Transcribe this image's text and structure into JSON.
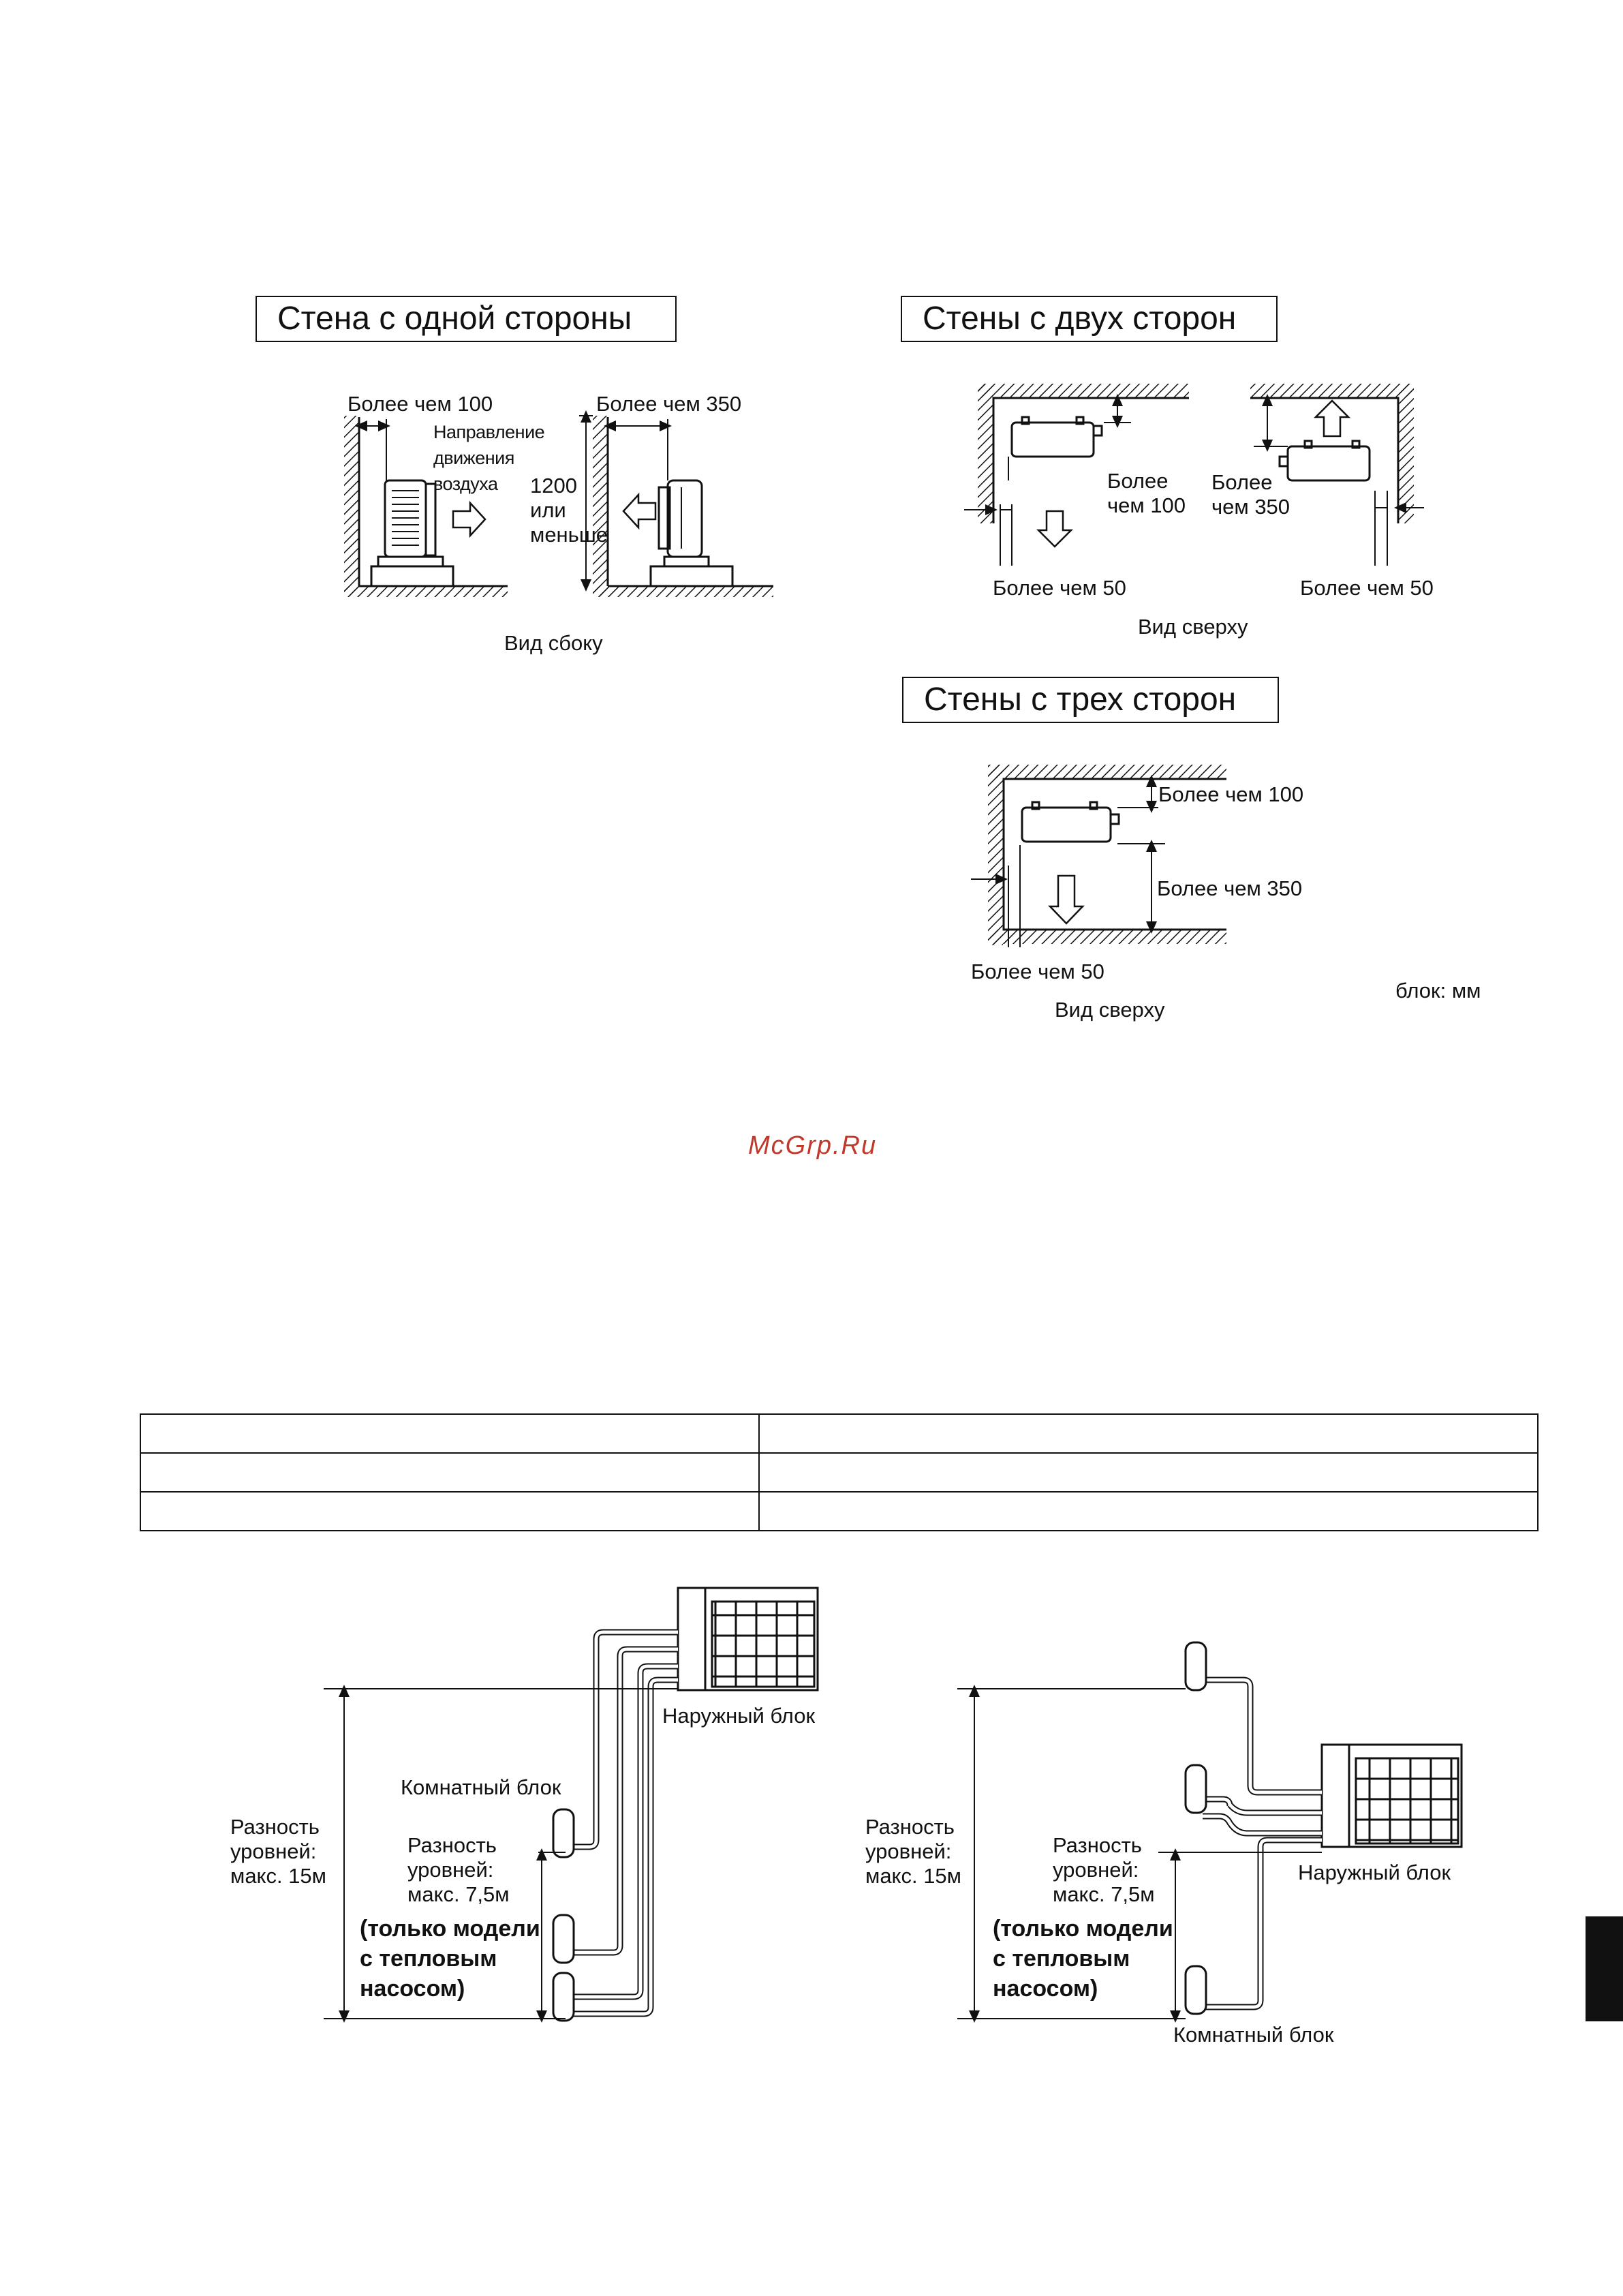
{
  "section_one_wall": {
    "title": "Стена с одной стороны",
    "label_left_gap": "Более чем 100",
    "label_airflow": "Направление\nдвижения\nвоздуха",
    "label_height": "1200\nили\nменьше",
    "label_right_gap": "Более чем 350",
    "caption": "Вид сбоку"
  },
  "section_two_walls": {
    "title": "Стены с двух сторон",
    "label_top_gap": "Более\nчем 100",
    "label_rear_gap": "Более\nчем 350",
    "label_left_side": "Более чем 50",
    "label_right_side": "Более чем 50",
    "caption": "Вид сверху"
  },
  "section_three_walls": {
    "title": "Стены с трех сторон",
    "label_top_gap": "Более чем 100",
    "label_front_gap": "Более чем 350",
    "label_side_gap": "Более чем 50",
    "caption": "Вид сверху",
    "units": "блок: мм"
  },
  "watermark": "McGrp.Ru",
  "table": {
    "rows": [
      [
        "",
        ""
      ],
      [
        "",
        ""
      ],
      [
        "",
        ""
      ]
    ]
  },
  "diagram_left": {
    "outdoor_unit": "Наружный блок",
    "indoor_unit": "Комнатный блок",
    "level_total": "Разность\nуровней:\nмакс. 15м",
    "level_indoor": "Разность\nуровней:\nмакс. 7,5м",
    "note": "(только модели\nс тепловым\nнасосом)"
  },
  "diagram_right": {
    "outdoor_unit": "Наружный блок",
    "indoor_unit": "Комнатный блок",
    "level_total": "Разность\nуровней:\nмакс. 15м",
    "level_indoor": "Разность\nуровней:\nмакс. 7,5м",
    "note": "(только модели\nс тепловым\nнасосом)"
  },
  "colors": {
    "ink": "#111111",
    "watermark": "#c0392b",
    "paper": "#ffffff"
  }
}
